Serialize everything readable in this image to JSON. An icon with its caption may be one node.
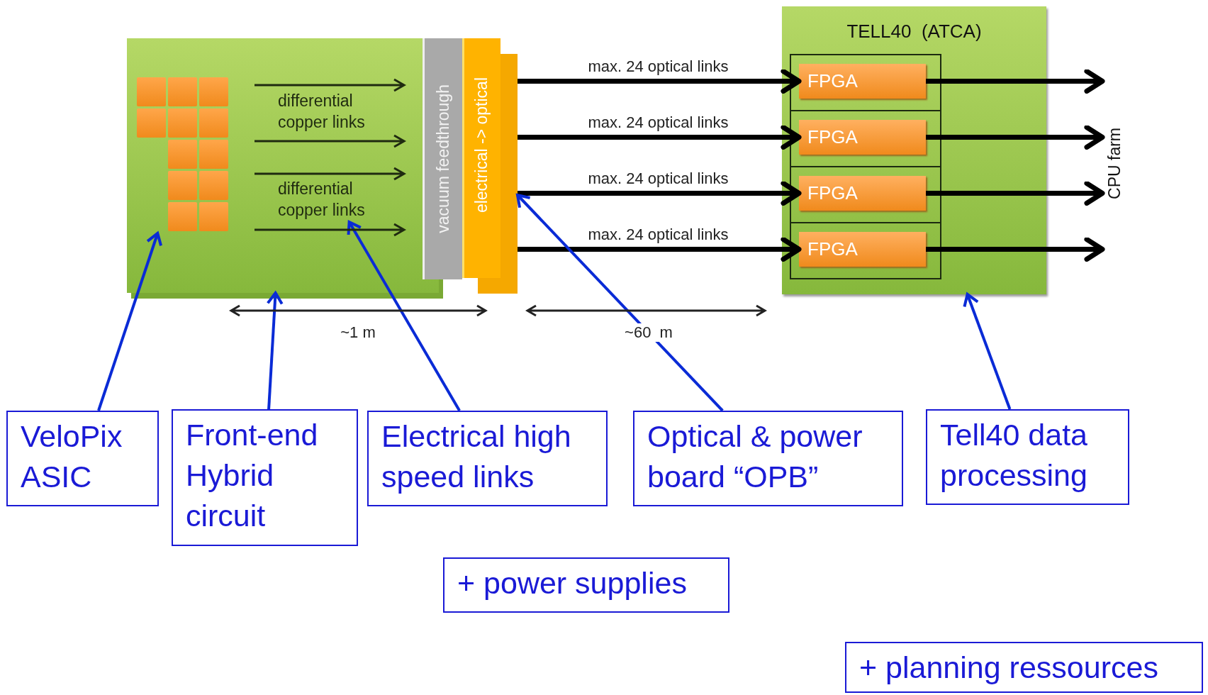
{
  "diagram": {
    "nodes": [
      {
        "text": [],
        "shape": "box"
      },
      {
        "text": [],
        "shape": "picture",
        "in": 0
      },
      {
        "text": [
          "differential copper links"
        ],
        "in": 0
      },
      {
        "text": [
          "differential copper links"
        ],
        "in": 0
      },
      {
        "text": [
          "vacuum feedthrough"
        ]
      },
      {
        "text": [
          "electrical -> optical"
        ]
      },
      {
        "text": [
          "TELL40  (ATCA)"
        ]
      },
      {
        "text": [
          "FPGA"
        ],
        "in": 6
      },
      {
        "text": [
          "FPGA"
        ],
        "in": 6
      },
      {
        "text": [
          "FPGA"
        ],
        "in": 6
      },
      {
        "text": [
          "FPGA"
        ],
        "in": 6
      },
      {
        "text": [
          "CPU farm"
        ]
      },
      {
        "text": [
          "VeloPix ASIC"
        ]
      },
      {
        "text": [
          "Front-end Hybrid circuit"
        ]
      },
      {
        "text": [
          "Electrical high speed links"
        ]
      },
      {
        "text": [
          "Optical & power board “OPB”"
        ]
      },
      {
        "text": [
          "Tell40 data processing"
        ]
      },
      {
        "text": [
          "+ power supplies"
        ]
      },
      {
        "text": [
          "+ planning ressources"
        ]
      }
    ],
    "edges": [
      {
        "from": 5,
        "to": 7,
        "arrow": "to",
        "label": "max. 24 optical links"
      },
      {
        "from": 5,
        "to": 8,
        "arrow": "to",
        "label": "max. 24 optical links"
      },
      {
        "from": 5,
        "to": 9,
        "arrow": "to",
        "label": "max. 24 optical links"
      },
      {
        "from": 5,
        "to": 10,
        "arrow": "to",
        "label": "max. 24 optical links"
      },
      {
        "from": 7,
        "to": 11,
        "arrow": "to"
      },
      {
        "from": 8,
        "to": 11,
        "arrow": "to"
      },
      {
        "from": 9,
        "to": 11,
        "arrow": "to"
      },
      {
        "from": 10,
        "to": 11,
        "arrow": "to"
      },
      {
        "from": 12,
        "to": 1,
        "arrow": "to",
        "color": "#0a2bd6"
      },
      {
        "from": 13,
        "to": 0,
        "arrow": "to",
        "color": "#0a2bd6"
      },
      {
        "from": 14,
        "to": 3,
        "arrow": "to",
        "color": "#0a2bd6"
      },
      {
        "from": 15,
        "to": 5,
        "arrow": "to",
        "color": "#0a2bd6"
      },
      {
        "from": 16,
        "to": 6,
        "arrow": "to",
        "color": "#0a2bd6"
      }
    ],
    "labels": [
      "~1 m",
      "~60  m"
    ]
  }
}
